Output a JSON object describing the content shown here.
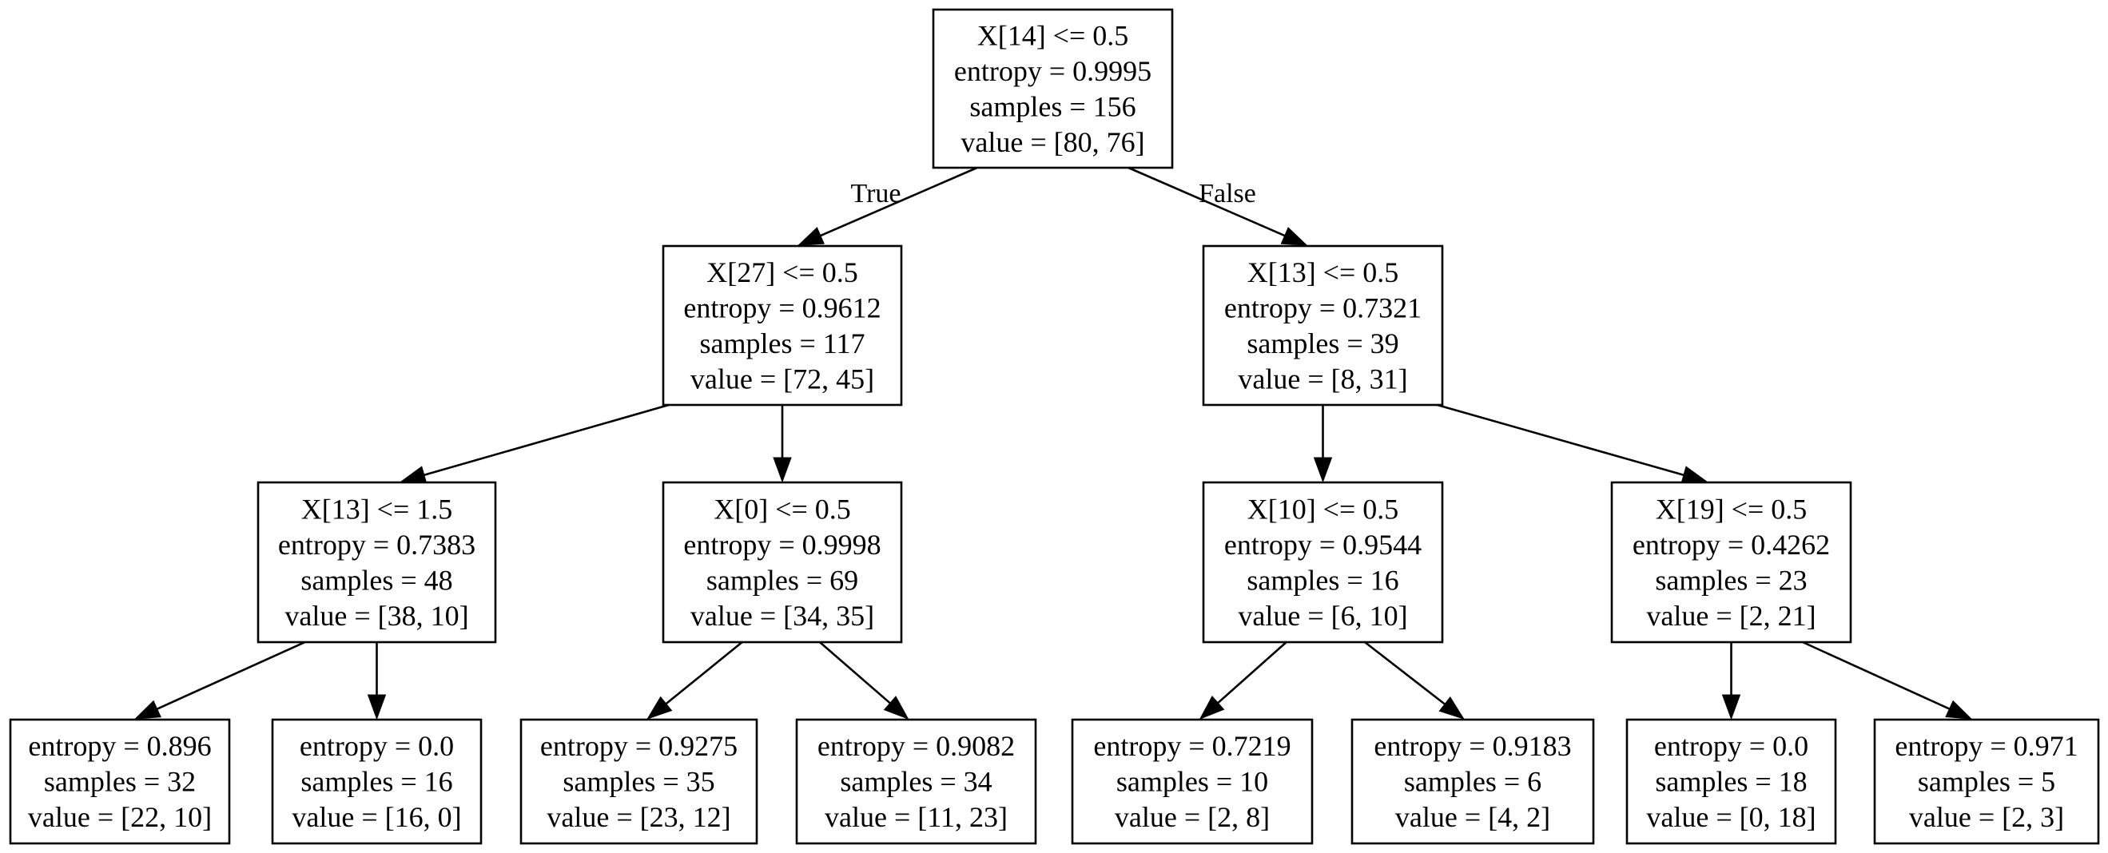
{
  "tree": {
    "root": {
      "lines": [
        "X[14] <= 0.5",
        "entropy = 0.9995",
        "samples = 156",
        "value = [80, 76]"
      ],
      "true_label": "True",
      "false_label": "False",
      "left": {
        "lines": [
          "X[27] <= 0.5",
          "entropy = 0.9612",
          "samples = 117",
          "value = [72, 45]"
        ],
        "left": {
          "lines": [
            "X[13] <= 1.5",
            "entropy = 0.7383",
            "samples = 48",
            "value = [38, 10]"
          ],
          "left": {
            "lines": [
              "entropy = 0.896",
              "samples = 32",
              "value = [22, 10]"
            ]
          },
          "right": {
            "lines": [
              "entropy = 0.0",
              "samples = 16",
              "value = [16, 0]"
            ]
          }
        },
        "right": {
          "lines": [
            "X[0] <= 0.5",
            "entropy = 0.9998",
            "samples = 69",
            "value = [34, 35]"
          ],
          "left": {
            "lines": [
              "entropy = 0.9275",
              "samples = 35",
              "value = [23, 12]"
            ]
          },
          "right": {
            "lines": [
              "entropy = 0.9082",
              "samples = 34",
              "value = [11, 23]"
            ]
          }
        }
      },
      "right": {
        "lines": [
          "X[13] <= 0.5",
          "entropy = 0.7321",
          "samples = 39",
          "value = [8, 31]"
        ],
        "left": {
          "lines": [
            "X[10] <= 0.5",
            "entropy = 0.9544",
            "samples = 16",
            "value = [6, 10]"
          ],
          "left": {
            "lines": [
              "entropy = 0.7219",
              "samples = 10",
              "value = [2, 8]"
            ]
          },
          "right": {
            "lines": [
              "entropy = 0.9183",
              "samples = 6",
              "value = [4, 2]"
            ]
          }
        },
        "right": {
          "lines": [
            "X[19] <= 0.5",
            "entropy = 0.4262",
            "samples = 23",
            "value = [2, 21]"
          ],
          "left": {
            "lines": [
              "entropy = 0.0",
              "samples = 18",
              "value = [0, 18]"
            ]
          },
          "right": {
            "lines": [
              "entropy = 0.971",
              "samples = 5",
              "value = [2, 3]"
            ]
          }
        }
      }
    }
  }
}
